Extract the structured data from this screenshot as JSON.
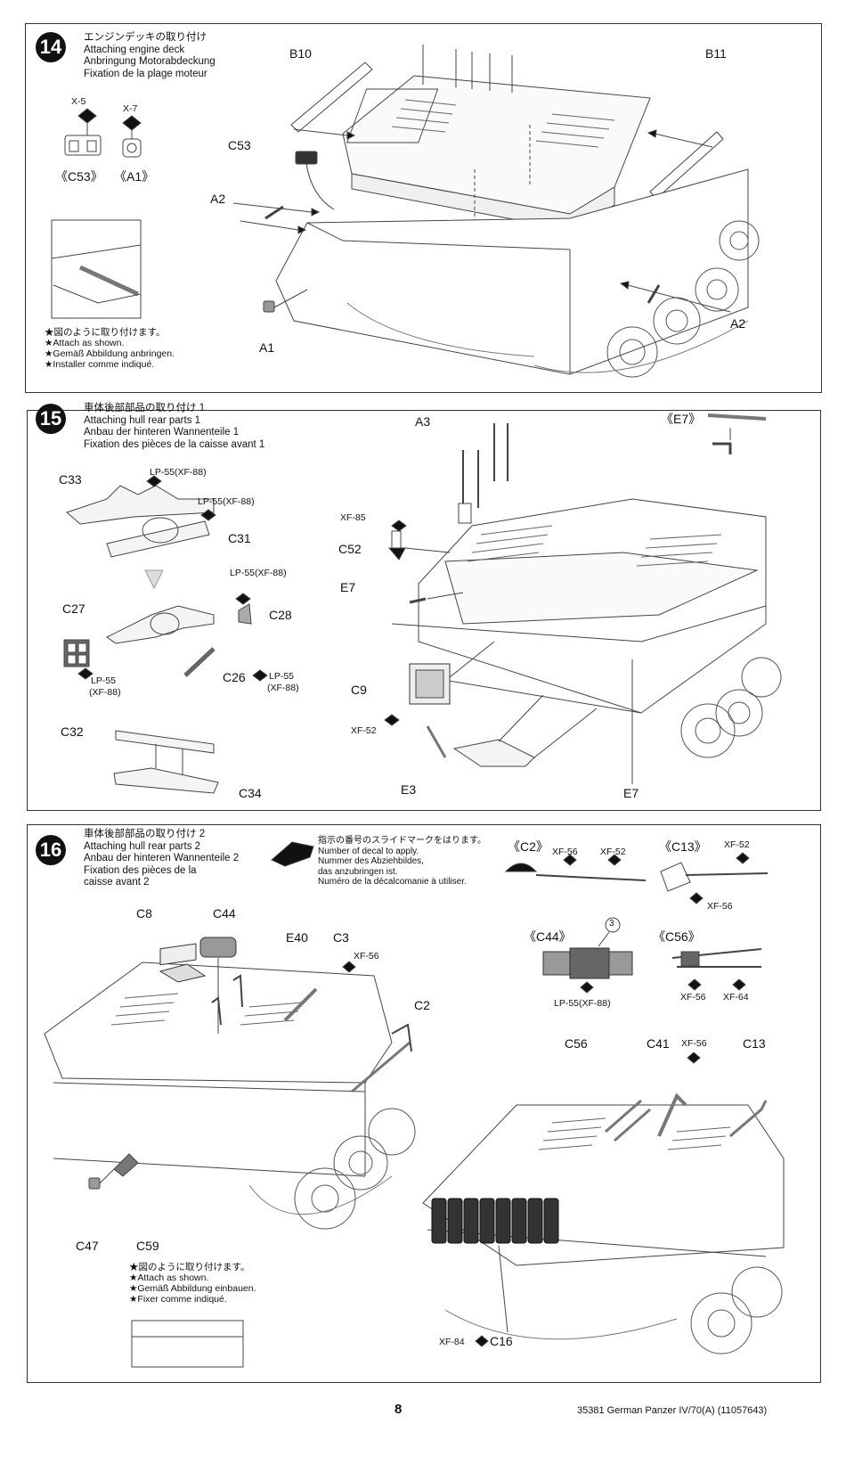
{
  "colors": {
    "ink": "#111111",
    "line": "#555555",
    "paint_marker": "#111111"
  },
  "step14": {
    "number": "14",
    "title_jp": "エンジンデッキの取り付け",
    "title_en": "Attaching engine deck",
    "title_de": "Anbringung Motorabdeckung",
    "title_fr": "Fixation de la plage moteur",
    "parts_ref": [
      "X-5",
      "X-7"
    ],
    "subassy": [
      "《C53》",
      "《A1》"
    ],
    "labels": {
      "b10": "B10",
      "b11": "B11",
      "c53": "C53",
      "a2_left": "A2",
      "a2_right": "A2",
      "a1": "A1"
    },
    "note": [
      "★図のように取り付けます。",
      "★Attach as shown.",
      "★Gemäß Abbildung anbringen.",
      "★Installer comme indiqué."
    ]
  },
  "step15": {
    "number": "15",
    "title_jp": "車体後部部品の取り付け 1",
    "title_en": "Attaching hull rear parts 1",
    "title_de": "Anbau der hinteren Wannenteile 1",
    "title_fr": "Fixation des pièces de la caisse avant 1",
    "labels": {
      "c33": "C33",
      "c31": "C31",
      "c27": "C27",
      "c28": "C28",
      "c26": "C26",
      "c32": "C32",
      "c34": "C34",
      "a3": "A3",
      "c52": "C52",
      "e7_left": "E7",
      "c9": "C9",
      "e3": "E3",
      "e7_bottom": "E7",
      "e7_inset": "《E7》"
    },
    "paints": {
      "lp55_a": "LP-55(XF-88)",
      "lp55_b": "LP-55(XF-88)",
      "lp55_c": "LP-55(XF-88)",
      "lp55_d1": "LP-55",
      "lp55_d2": "(XF-88)",
      "lp55_e1": "LP-55",
      "lp55_e2": "(XF-88)",
      "xf85": "XF-85",
      "xf52": "XF-52"
    }
  },
  "step16": {
    "number": "16",
    "title_jp": "車体後部部品の取り付け 2",
    "title_en": "Attaching hull rear parts 2",
    "title_de": "Anbau der hinteren Wannenteile 2",
    "title_fr": "Fixation des pièces de la",
    "title_fr2": "caisse avant 2",
    "decal_note": [
      "指示の番号のスライドマークをはります。",
      "Number of decal to apply.",
      "Nummer des Abziehbildes,",
      "das anzubringen ist.",
      "Numéro de la décalcomanie à utiliser."
    ],
    "labels": {
      "c8": "C8",
      "c44": "C44",
      "e40": "E40",
      "c3": "C3",
      "c2": "C2",
      "c47": "C47",
      "c59": "C59",
      "c56": "C56",
      "c41": "C41",
      "c13": "C13",
      "c16": "C16",
      "inset_c2": "《C2》",
      "inset_c13": "《C13》",
      "inset_c44": "《C44》",
      "inset_c56": "《C56》",
      "decal_no": "3"
    },
    "paints": {
      "xf56_c3": "XF-56",
      "c2_xf56": "XF-56",
      "c2_xf52": "XF-52",
      "c13_xf52": "XF-52",
      "c13_xf56": "XF-56",
      "c44_lp55": "LP-55(XF-88)",
      "c56_xf56": "XF-56",
      "c56_xf64": "XF-64",
      "c41_xf56": "XF-56",
      "c16_xf84": "XF-84"
    },
    "note": [
      "★図のように取り付けます。",
      "★Attach as shown.",
      "★Gemäß Abbildung einbauen.",
      "★Fixer comme indiqué."
    ]
  },
  "footer": {
    "page": "8",
    "code": "35381  German Panzer IV/70(A) (11057643)"
  }
}
